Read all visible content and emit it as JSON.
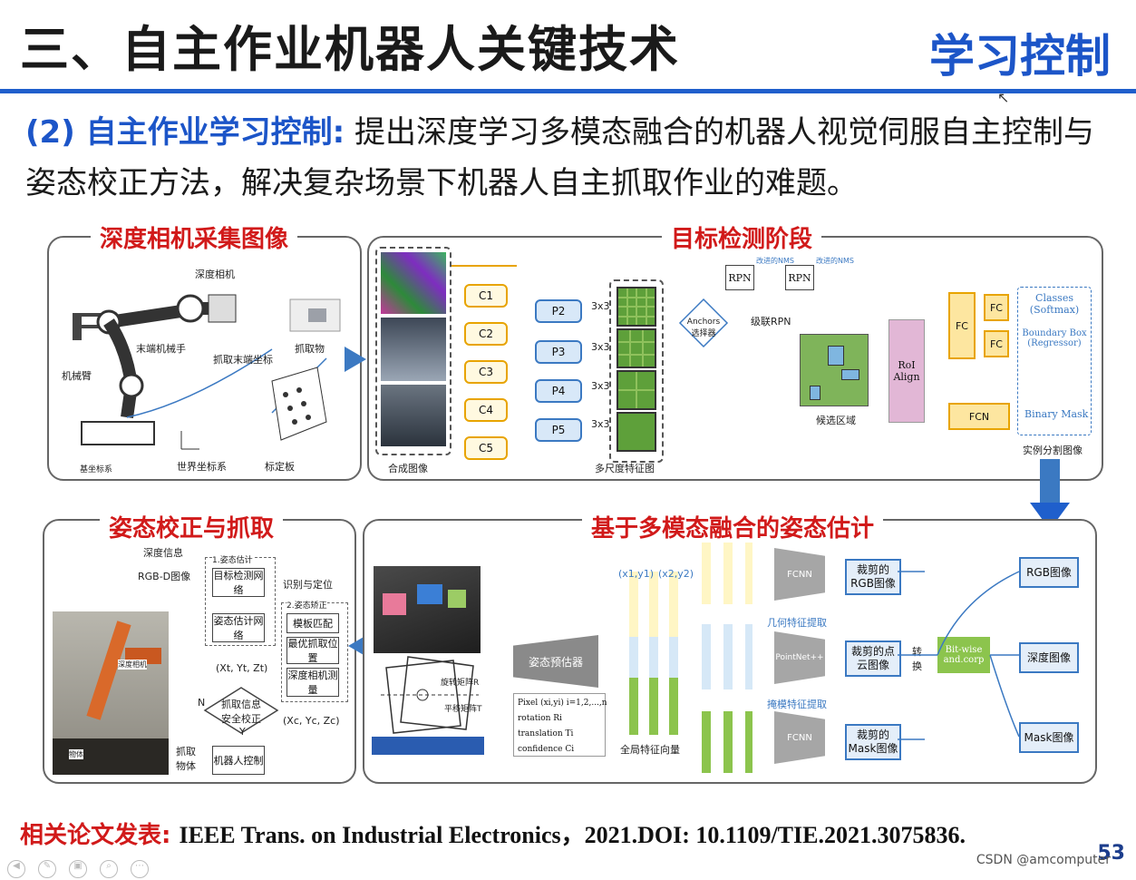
{
  "header": {
    "title": "三、自主作业机器人关键技术",
    "right_title": "学习控制"
  },
  "intro": {
    "highlight": "(2) 自主作业学习控制:",
    "text": "提出深度学习多模态融合的机器人视觉伺服自主控制与姿态校正方法，解决复杂场景下机器人自主抓取作业的难题。"
  },
  "panel_camera": {
    "title": "深度相机采集图像",
    "labels": [
      "深度相机",
      "末端机械手",
      "抓取末端坐标",
      "抓取物",
      "机械臂",
      "基坐标系",
      "世界坐标系",
      "标定板"
    ]
  },
  "panel_detect": {
    "title": "目标检测阶段",
    "synth_label": "合成图像",
    "c_labels": [
      "C1",
      "C2",
      "C3",
      "C4",
      "C5"
    ],
    "p_labels": [
      "P2",
      "P3",
      "P4",
      "P5"
    ],
    "kernel": "3x3",
    "feature_label": "多尺度特征图",
    "anchors_label": "Anchors选择器",
    "rpn": "RPN",
    "nms": "改进的NMS",
    "cascade_label": "级联RPN",
    "candidate_label": "候选区域",
    "roi_label": "RoI Align",
    "fc": "FC",
    "fcn": "FCN",
    "classes": "Classes (Softmax)",
    "bbox": "Boundary Box (Regressor)",
    "mask": "Binary Mask",
    "instance_label": "实例分割图像"
  },
  "panel_pose": {
    "title": "姿态校正与抓取",
    "items": [
      "深度信息",
      "RGB-D图像",
      "1.姿态估计",
      "目标检测网络",
      "识别与定位",
      "2.姿态矫正",
      "模板匹配",
      "最优抓取位置",
      "姿态估计网络",
      "深度相机测量",
      "(Xt, Yt, Zt)",
      "抓取信息安全校正",
      "(Xc, Yc, Zc)",
      "机器人控制",
      "抓取物体",
      "N",
      "Y",
      "深度相机",
      "物体"
    ]
  },
  "panel_fusion": {
    "title": "基于多模态融合的姿态估计",
    "estimator": "姿态预估器",
    "global_label": "全局特征向量",
    "geo_label": "几何特征提取",
    "tex_label": "掩模特征提取",
    "fcnn": "FCNN",
    "pointnet": "PointNet++",
    "crop_rgb": "裁剪的RGB图像",
    "crop_pc": "裁剪的点云图像",
    "crop_mask": "裁剪的Mask图像",
    "convert": "转换",
    "bitwise": "Bit-wise and.corp",
    "rgb": "RGB图像",
    "depth": "深度图像",
    "maskimg": "Mask图像",
    "xy1": "(x1,y1)",
    "xy2": "(x2,y2)",
    "pixel": "Pixel (xi,yi) i=1,2,...,n",
    "rotation": "rotation Ri",
    "translation": "translation Ti",
    "confidence": "confidence Ci",
    "rot_label": "旋转矩阵R",
    "trans_label": "平移矩阵T"
  },
  "footer": {
    "key": "相关论文发表:",
    "value": "IEEE Trans. on Industrial Electronics，2021.DOI: 10.1109/TIE.2021.3075836."
  },
  "page_number": "53",
  "watermark": "CSDN @amcomputer"
}
